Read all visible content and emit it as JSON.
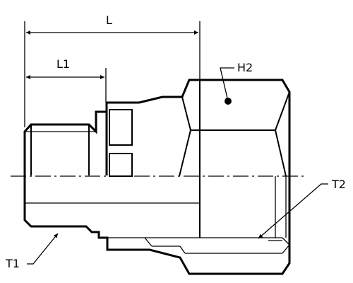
{
  "labels": {
    "L": "L",
    "L1": "L1",
    "H2": "H2",
    "T1": "T1",
    "T2": "T2"
  },
  "colors": {
    "line": "#000000",
    "background": "#ffffff"
  }
}
